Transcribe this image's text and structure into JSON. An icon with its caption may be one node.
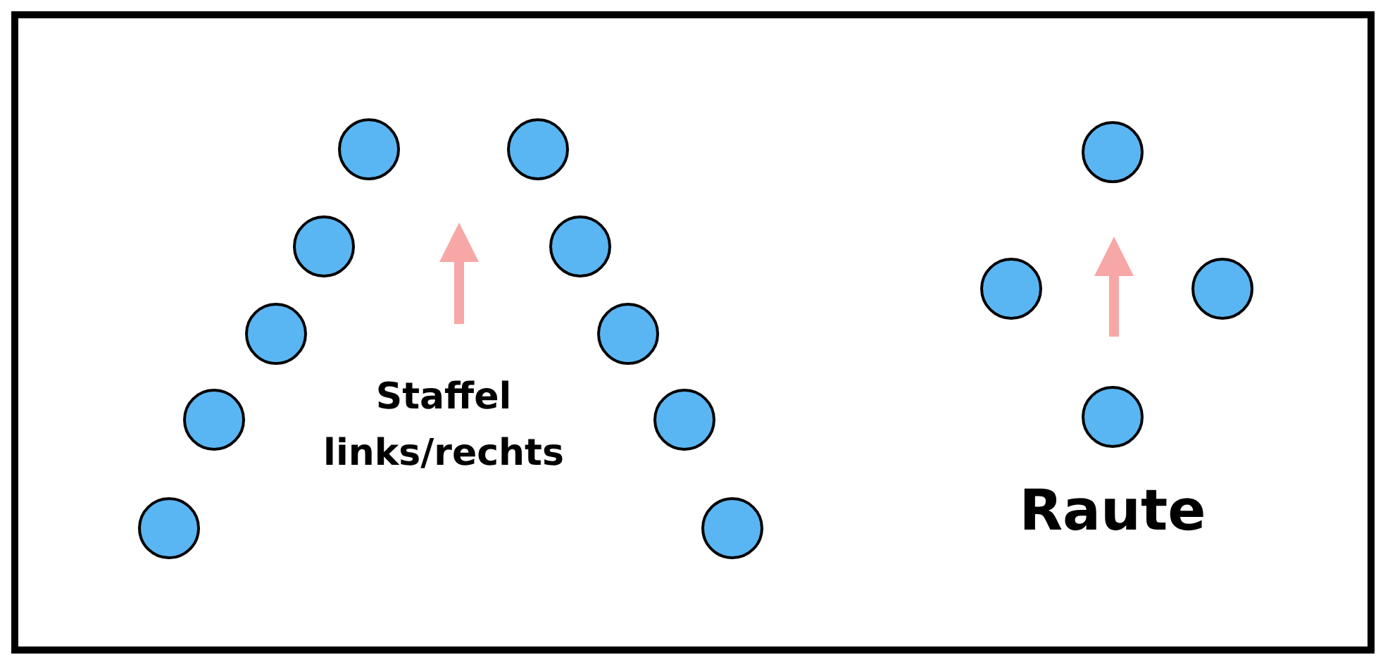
{
  "diagram": {
    "nodes": [
      {
        "text": [],
        "shape": "circle"
      },
      {
        "text": [],
        "shape": "circle"
      },
      {
        "text": [],
        "shape": "circle"
      },
      {
        "text": [],
        "shape": "circle"
      },
      {
        "text": [],
        "shape": "circle"
      },
      {
        "text": [],
        "shape": "circle"
      },
      {
        "text": [],
        "shape": "circle"
      },
      {
        "text": [],
        "shape": "circle"
      },
      {
        "text": [],
        "shape": "circle"
      },
      {
        "text": [],
        "shape": "circle"
      },
      {
        "text": [],
        "shape": "circle"
      },
      {
        "text": [],
        "shape": "circle"
      },
      {
        "text": [],
        "shape": "circle"
      },
      {
        "text": [],
        "shape": "circle"
      }
    ],
    "labels": [
      "Staffel links/rechts",
      "Raute"
    ]
  }
}
